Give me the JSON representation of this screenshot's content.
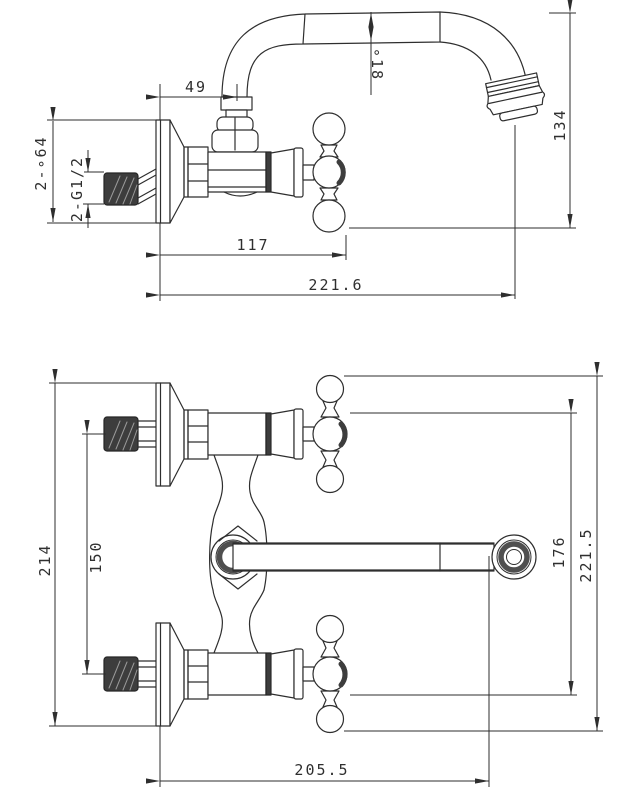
{
  "drawing": {
    "type": "faucet-installation-dimension-drawing",
    "colors": {
      "line": "#2e2e2e",
      "dark_fill": "#3d3d3d",
      "background": "#ffffff"
    },
    "dimensions": {
      "side_view": {
        "spout_offset": "49",
        "spout_pipe_diameter": "∘18",
        "spout_height": "134",
        "flange_diameter": "2-∘64",
        "inlet_thread": "2-G1/2",
        "depth_to_handle": "117",
        "max_depth": "221.6"
      },
      "front_view": {
        "overall_height": "214",
        "inlet_center_distance": "150",
        "valve_body_span": "176",
        "overall_span": "221.5",
        "spout_reach": "205.5"
      }
    }
  }
}
